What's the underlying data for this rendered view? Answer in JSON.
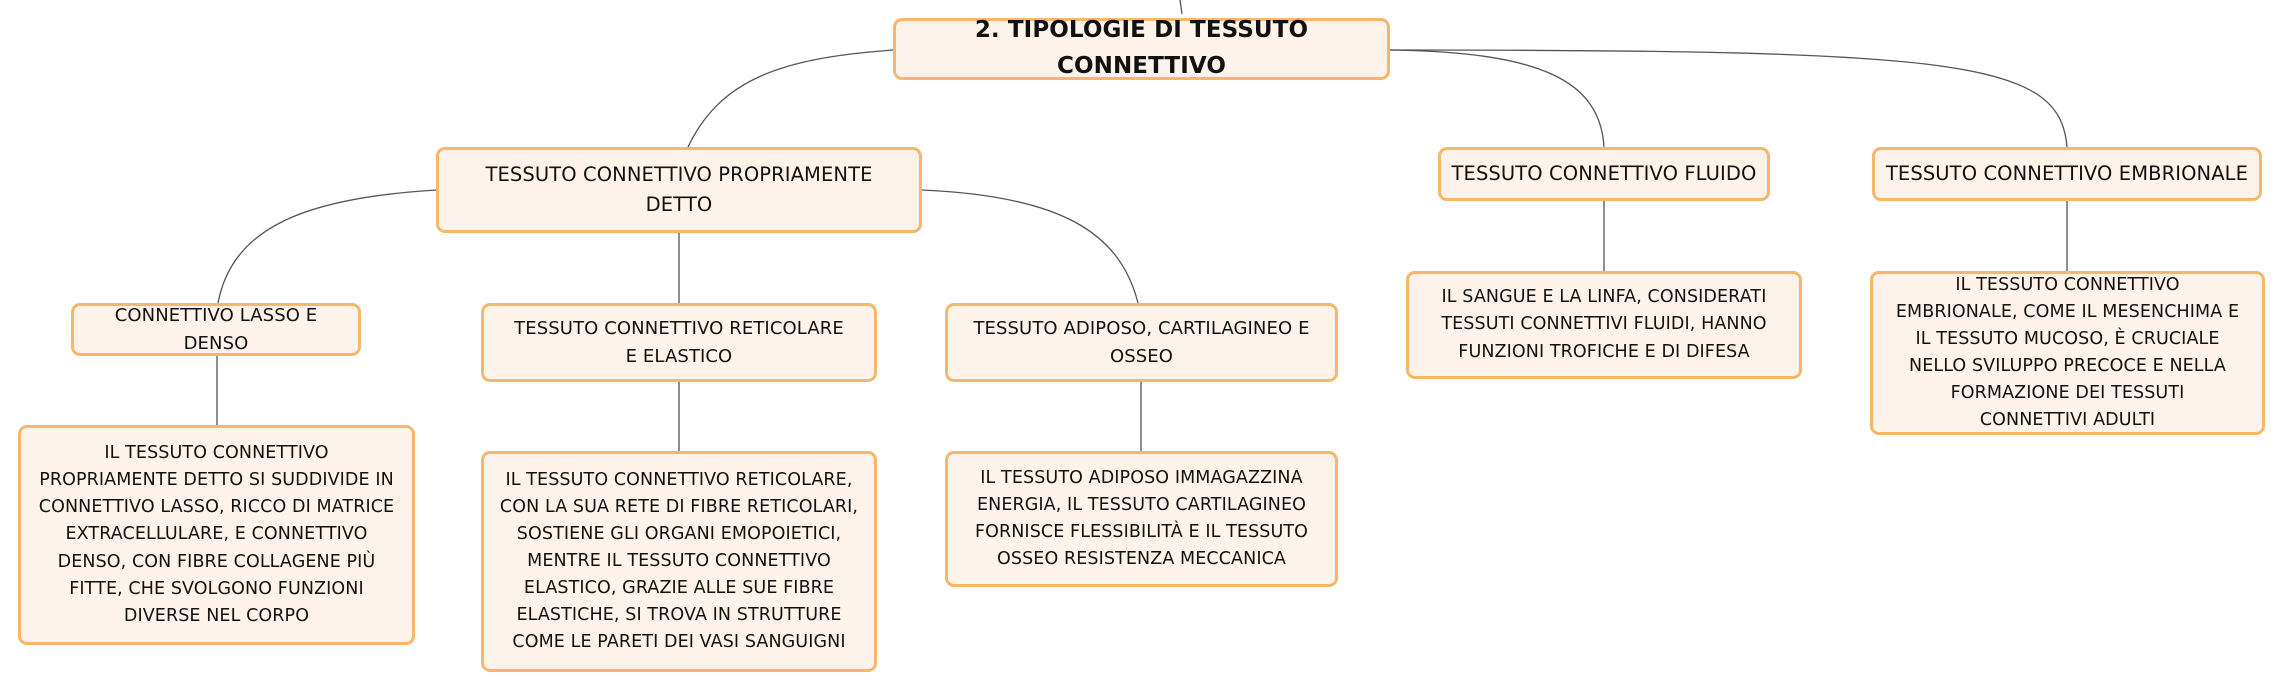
{
  "root": {
    "label": "2. TIPOLOGIE DI TESSUTO CONNETTIVO"
  },
  "branches": {
    "propriamente_detto": {
      "label": "TESSUTO CONNETTIVO PROPRIAMENTE DETTO",
      "children": {
        "lasso_denso": {
          "label": "CONNETTIVO LASSO E DENSO",
          "description": "IL TESSUTO CONNETTIVO PROPRIAMENTE DETTO SI SUDDIVIDE IN CONNETTIVO LASSO, RICCO DI MATRICE EXTRACELLULARE, E CONNETTIVO DENSO, CON FIBRE COLLAGENE PIÙ FITTE, CHE SVOLGONO FUNZIONI DIVERSE NEL CORPO"
        },
        "reticolare_elastico": {
          "label": "TESSUTO CONNETTIVO RETICOLARE E ELASTICO",
          "description": "IL TESSUTO CONNETTIVO RETICOLARE, CON LA SUA RETE DI FIBRE RETICOLARI, SOSTIENE GLI ORGANI EMOPOIETICI, MENTRE IL TESSUTO CONNETTIVO ELASTICO, GRAZIE ALLE SUE FIBRE ELASTICHE, SI TROVA IN STRUTTURE COME LE PARETI DEI VASI SANGUIGNI"
        },
        "adiposo_cartilagineo_osseo": {
          "label": "TESSUTO ADIPOSO, CARTILAGINEO E OSSEO",
          "description": "IL TESSUTO ADIPOSO IMMAGAZZINA ENERGIA, IL TESSUTO CARTILAGINEO FORNISCE FLESSIBILITÀ E IL TESSUTO OSSEO RESISTENZA MECCANICA"
        }
      }
    },
    "fluido": {
      "label": "TESSUTO CONNETTIVO FLUIDO",
      "description": "IL SANGUE E LA LINFA, CONSIDERATI TESSUTI CONNETTIVI FLUIDI, HANNO FUNZIONI TROFICHE E DI DIFESA"
    },
    "embrionale": {
      "label": "TESSUTO CONNETTIVO EMBRIONALE",
      "description": "IL TESSUTO CONNETTIVO EMBRIONALE, COME IL MESENCHIMA E IL TESSUTO MUCOSO, È CRUCIALE NELLO SVILUPPO PRECOCE E NELLA FORMAZIONE DEI TESSUTI CONNETTIVI ADULTI"
    }
  },
  "colors": {
    "node_fill": "#fdf3ea",
    "node_border": "#f6b76a",
    "connector": "#555555",
    "text": "#111111"
  }
}
